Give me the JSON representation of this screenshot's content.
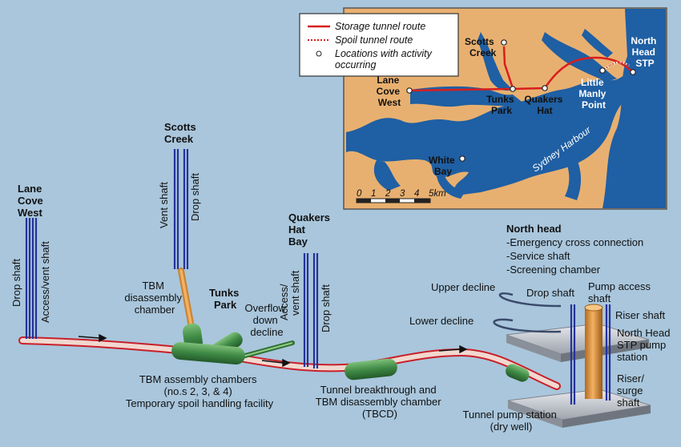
{
  "profile": {
    "sites": {
      "lane_cove_west": [
        "Lane",
        "Cove",
        "West"
      ],
      "scotts_creek": [
        "Scotts",
        "Creek"
      ],
      "tunks_park": [
        "Tunks",
        "Park"
      ],
      "quakers_hat_bay": [
        "Quakers",
        "Hat",
        "Bay"
      ]
    },
    "shafts": {
      "drop_shaft": "Drop shaft",
      "access_vent_shaft": "Access/vent shaft",
      "vent_shaft": "Vent shaft",
      "access_vent_split": [
        "Access/",
        "vent shaft"
      ]
    },
    "tbm_disassembly": [
      "TBM",
      "disassembly",
      "chamber"
    ],
    "overflow": [
      "Overflow",
      "down",
      "decline"
    ],
    "tbm_assembly": [
      "TBM assembly chambers",
      "(no.s 2, 3, & 4)",
      "Temporary spoil handling facility"
    ],
    "tunnel_breakthrough": [
      "Tunnel breakthrough and",
      "TBM disassembly chamber",
      "(TBCD)"
    ],
    "north_head": {
      "title": "North head",
      "items": [
        "-Emergency cross connection",
        "-Service shaft",
        "-Screening chamber"
      ]
    },
    "upper_decline": "Upper decline",
    "lower_decline": "Lower decline",
    "drop_shaft_nh": "Drop shaft",
    "pump_access_shaft": [
      "Pump access",
      "shaft"
    ],
    "riser_shaft": "Riser shaft",
    "pump_station": [
      "North Head",
      "STP pump",
      "station"
    ],
    "riser_surge": [
      "Riser/",
      "surge",
      "shaft"
    ],
    "tunnel_pump_station": [
      "Tunnel pump station",
      "(dry well)"
    ]
  },
  "map": {
    "legend": {
      "storage": "Storage tunnel route",
      "spoil": "Spoil tunnel route",
      "locations": [
        "Locations with activity",
        "occurring"
      ]
    },
    "places": {
      "scotts_creek": [
        "Scotts",
        "Creek"
      ],
      "lane_cove_west": [
        "Lane",
        "Cove",
        "West"
      ],
      "tunks_park": [
        "Tunks",
        "Park"
      ],
      "quakers_hat": [
        "Quakers",
        "Hat"
      ],
      "little_manly": [
        "Little",
        "Manly",
        "Point"
      ],
      "north_head_stp": [
        "North",
        "Head",
        "STP"
      ],
      "white_bay": [
        "White",
        "Bay"
      ],
      "sydney_harbour": "Sydney Harbour"
    },
    "scale": {
      "ticks": [
        "0",
        "1",
        "2",
        "3",
        "4",
        "5km"
      ]
    },
    "colors": {
      "land": "#e8b070",
      "water": "#1f5fa3",
      "route": "#d81e1e"
    }
  },
  "colors": {
    "background": "#a9c6dc",
    "tunnel": "#f1d8cf",
    "tunnel_edge": "#c8202a",
    "chamber": "#3f8a46",
    "shaft": "#25329a"
  }
}
